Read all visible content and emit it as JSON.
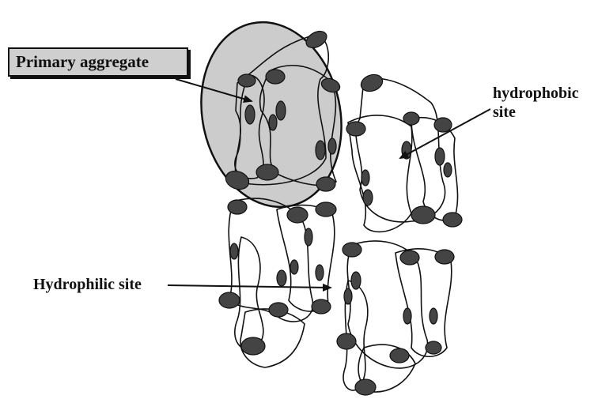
{
  "labels": {
    "primary_aggregate": "Primary aggregate",
    "hydrophobic_line1": "hydrophobic",
    "hydrophobic_line2": "site",
    "hydrophilic": "Hydrophilic site"
  },
  "colors": {
    "ink": "#111111",
    "aggregate_fill": "#cccccc",
    "site_fill": "#444444",
    "label_box_fill": "#cfcfcf"
  }
}
